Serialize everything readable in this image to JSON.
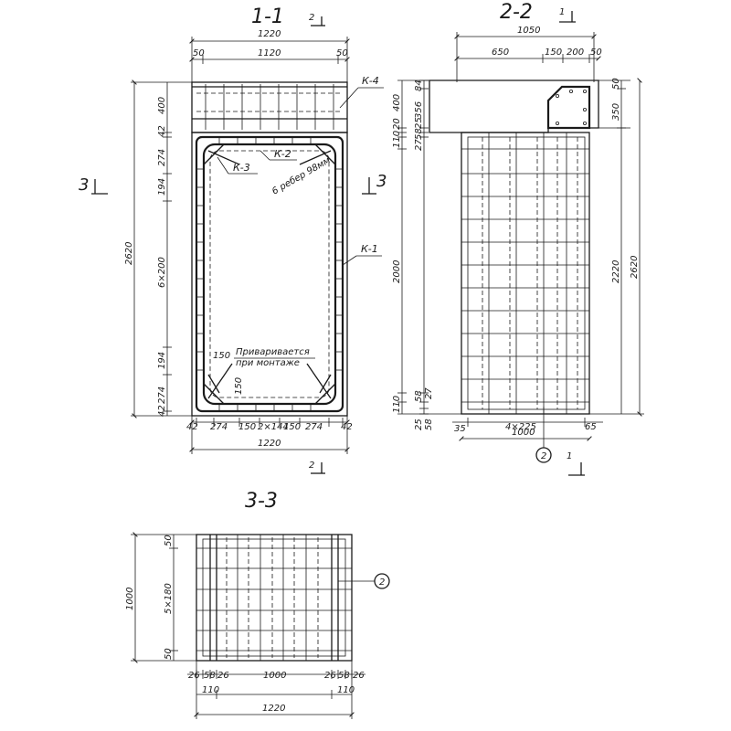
{
  "views": {
    "v11": {
      "title": "1-1",
      "cut_mark": "2",
      "top_dims": {
        "overall": "1220",
        "left": "50",
        "mid": "1120",
        "right": "50"
      },
      "bottom_dims": {
        "overall": "1220",
        "segments": [
          "42",
          "274",
          "150",
          "2×144",
          "150",
          "274",
          "42"
        ]
      },
      "left_dims": [
        "400",
        "42",
        "274",
        "194",
        "6×200",
        "194",
        "274",
        "42"
      ],
      "left_overall": "2620",
      "section_mark": "3",
      "labels": {
        "k4": "К-4",
        "k2": "К-2",
        "k3": "К-3",
        "k1": "К-1",
        "note1": "6 ребер 98мм",
        "note2": "Приваривается",
        "note3": "при монтаже",
        "d150a": "150",
        "d150b": "150"
      }
    },
    "v22": {
      "title": "2-2",
      "cut_mark": "1",
      "top_dims": {
        "overall": "1050",
        "a": "650",
        "b": "150",
        "c": "200",
        "d": "50"
      },
      "bottom_dims": {
        "overall": "1000",
        "left": "35",
        "mid": "4×225",
        "right": "65"
      },
      "left_dims": [
        "400",
        "110",
        "20",
        "27",
        "58",
        "25",
        "356",
        "84",
        "2000",
        "110",
        "58",
        "27",
        "25",
        "58"
      ],
      "right_dims": {
        "top": "50",
        "d350": "350",
        "d2220": "2220",
        "overall": "2620"
      },
      "marker": "2"
    },
    "v33": {
      "title": "3-3",
      "left_dims": {
        "overall": "1000",
        "top": "50",
        "mid": "5×180",
        "bottom": "50"
      },
      "bottom_row1": [
        "26",
        "58",
        "26",
        "1000",
        "26",
        "58",
        "26"
      ],
      "bottom_row2": {
        "left": "110",
        "right": "110"
      },
      "bottom_overall": "1220",
      "marker": "2"
    }
  }
}
